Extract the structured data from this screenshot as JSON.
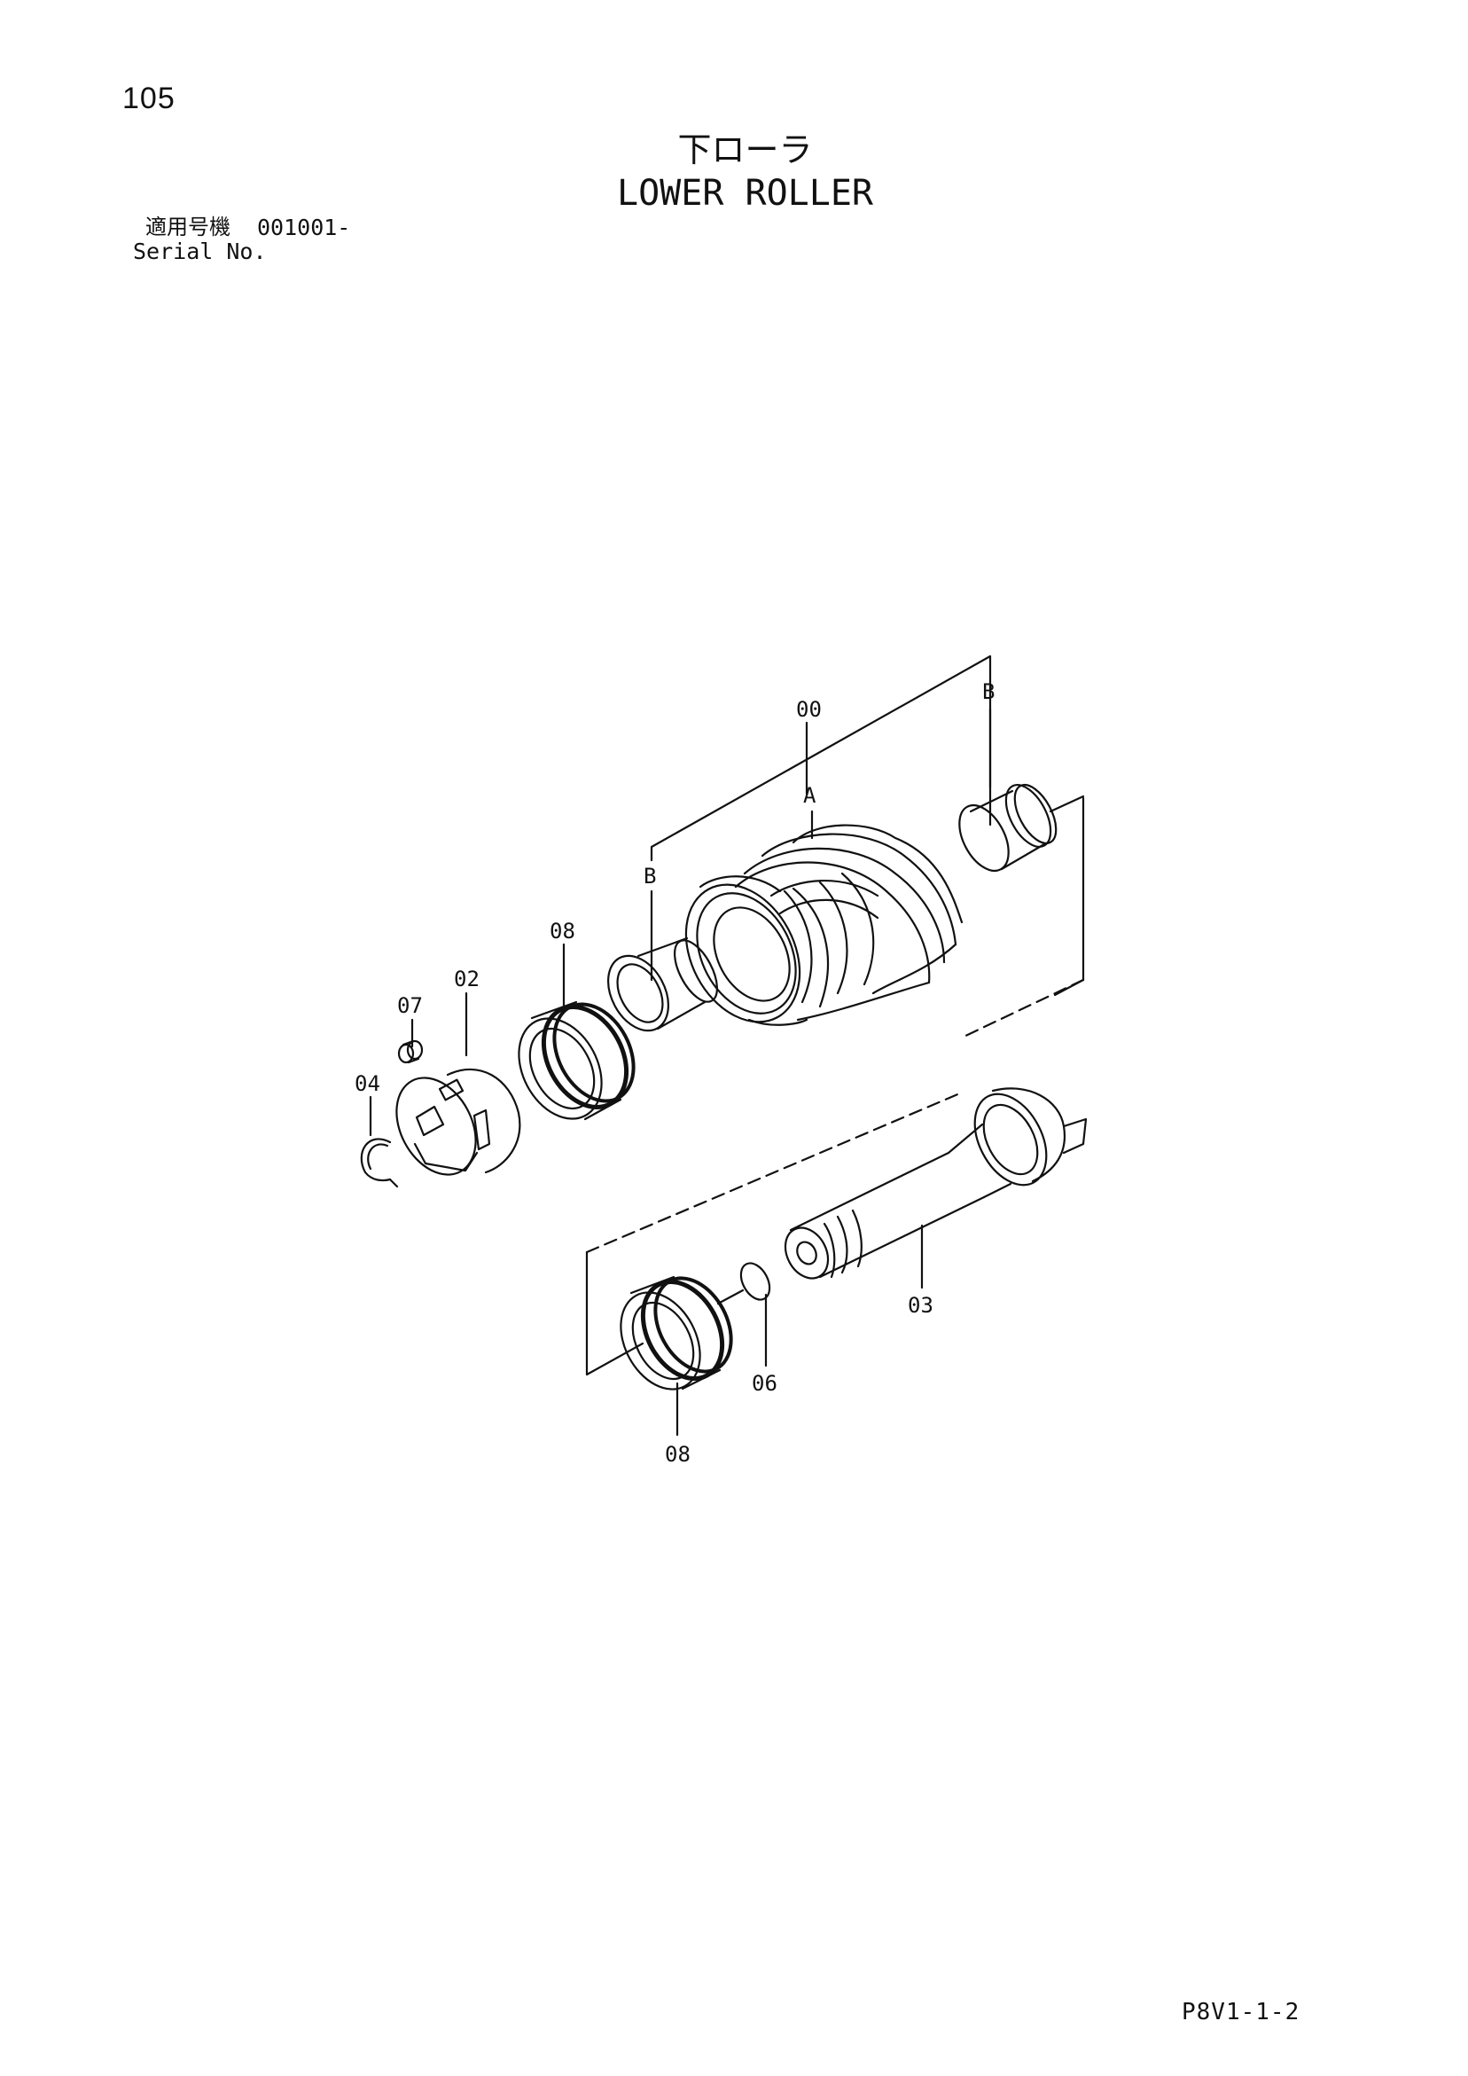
{
  "page": {
    "number": "105",
    "title_jp": "下ローラ",
    "title_en": "LOWER ROLLER",
    "serial_label_jp": "適用号機",
    "serial_label_en": "Serial No.",
    "serial_value": "001001-",
    "footer_code": "P8V1-1-2"
  },
  "callouts": {
    "c00": "00",
    "cA": "A",
    "cB_left": "B",
    "cB_right": "B",
    "c08_upper": "08",
    "c02": "02",
    "c07": "07",
    "c04": "04",
    "c03": "03",
    "c06": "06",
    "c08_lower": "08"
  },
  "style": {
    "ink": "#111111",
    "paper": "#ffffff"
  }
}
